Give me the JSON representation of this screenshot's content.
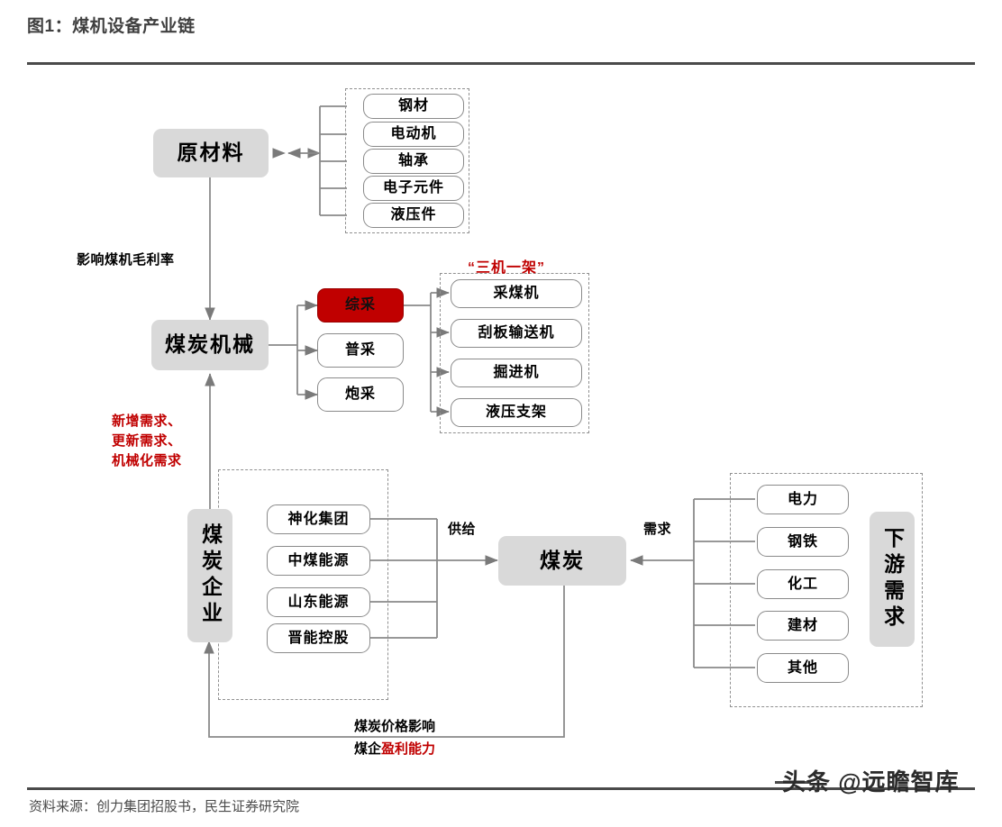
{
  "header": {
    "title": "图1：煤机设备产业链"
  },
  "footer": {
    "source": "资料来源：创力集团招股书，民生证券研究院",
    "watermark": "头条 @远瞻智库"
  },
  "colors": {
    "accent_red": "#c00000",
    "node_gray": "#d9d9d9",
    "line_gray": "#808080",
    "rule_dark": "#4a4a4a"
  },
  "diagram": {
    "stage_nodes": {
      "raw_material": "原材料",
      "coal_machinery": "煤炭机械",
      "coal_enterprise": "煤炭企业",
      "coal": "煤炭",
      "downstream_demand": "下游需求"
    },
    "raw_material_items": [
      {
        "label": "钢材"
      },
      {
        "label": "电动机"
      },
      {
        "label": "轴承"
      },
      {
        "label": "电子元件"
      },
      {
        "label": "液压件"
      }
    ],
    "mining_methods": [
      {
        "label": "综采",
        "highlight": true
      },
      {
        "label": "普采",
        "highlight": false
      },
      {
        "label": "炮采",
        "highlight": false
      }
    ],
    "three_machines_caption": "“三机一架”",
    "three_machines_items": [
      {
        "label": "采煤机"
      },
      {
        "label": "刮板输送机"
      },
      {
        "label": "掘进机"
      },
      {
        "label": "液压支架"
      }
    ],
    "coal_companies": [
      {
        "label": "神化集团"
      },
      {
        "label": "中煤能源"
      },
      {
        "label": "山东能源"
      },
      {
        "label": "晋能控股"
      }
    ],
    "downstream_items": [
      {
        "label": "电力"
      },
      {
        "label": "钢铁"
      },
      {
        "label": "化工"
      },
      {
        "label": "建材"
      },
      {
        "label": "其他"
      }
    ],
    "edge_labels": {
      "gross_margin": "影响煤机毛利率",
      "demand_drivers": "新增需求、\n更新需求、\n机械化需求",
      "demand_drivers_line1": "新增需求、",
      "demand_drivers_line2": "更新需求、",
      "demand_drivers_line3": "机械化需求",
      "supply": "供给",
      "demand": "需求",
      "feedback_line1": "煤炭价格影响",
      "feedback_line2_prefix": "煤企",
      "feedback_line2_highlight": "盈利能力"
    }
  }
}
